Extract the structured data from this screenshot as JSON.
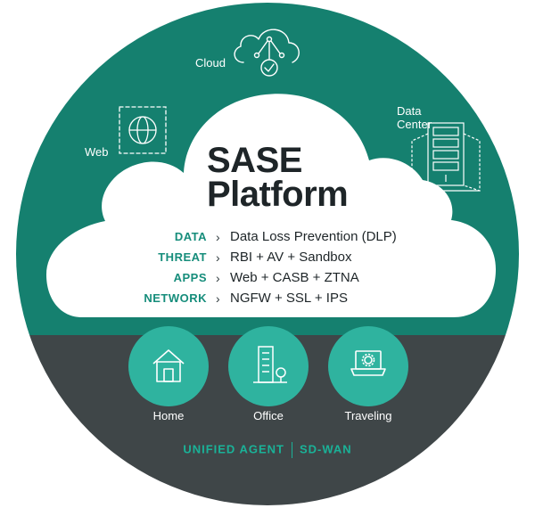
{
  "colors": {
    "teal_ring": "#15806f",
    "dark_ring": "#3f4648",
    "accent": "#1ab298",
    "category": "#168d7b",
    "text": "#1e2528",
    "white": "#ffffff"
  },
  "platform": {
    "title_line1": "SASE",
    "title_line2": "Platform"
  },
  "ring_items": [
    {
      "label": "Cloud",
      "icon": "cloud-icon"
    },
    {
      "label": "Web",
      "icon": "globe-icon"
    },
    {
      "label": "Data",
      "label2": "Center",
      "icon": "server-rack-icon"
    }
  ],
  "services": [
    {
      "category": "DATA",
      "value": "Data Loss Prevention (DLP)"
    },
    {
      "category": "THREAT",
      "value": "RBI + AV + Sandbox"
    },
    {
      "category": "APPS",
      "value": "Web + CASB + ZTNA"
    },
    {
      "category": "NETWORK",
      "value": "NGFW + SSL + IPS"
    }
  ],
  "locations": [
    {
      "label": "Home",
      "icon": "home-icon"
    },
    {
      "label": "Office",
      "icon": "office-building-icon"
    },
    {
      "label": "Traveling",
      "icon": "laptop-gear-icon"
    }
  ],
  "footer": {
    "left": "UNIFIED AGENT",
    "right": "SD-WAN"
  }
}
